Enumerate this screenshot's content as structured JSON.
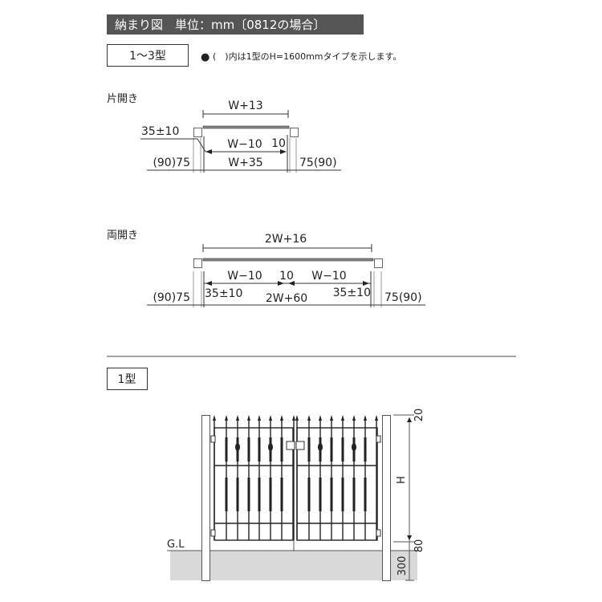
{
  "header": {
    "title": "納まり図　単位：mm〔0812の場合〕"
  },
  "section1": {
    "type_label": "1〜3型",
    "note_bullet": "●",
    "note": "(　)内は1型のH=1600mmタイプを示します。"
  },
  "single": {
    "title": "片開き",
    "overall": "W+13",
    "post_gap": "35±10",
    "leaf": "W−10",
    "gap": "10",
    "total": "W+35",
    "left_post": "(90)75",
    "right_post": "75(90)"
  },
  "double": {
    "title": "両開き",
    "overall": "2W+16",
    "leaf_left": "W−10",
    "gap": "10",
    "leaf_right": "W−10",
    "post_gap_left": "35±10",
    "total": "2W+60",
    "post_gap_right": "35±10",
    "left_post": "(90)75",
    "right_post": "75(90)"
  },
  "section2": {
    "type_label": "1型",
    "ground_label": "G.L",
    "dim_top": "20",
    "dim_height": "H",
    "dim_bottom": "80",
    "dim_foundation": "300"
  },
  "colors": {
    "header_bg": "#555555",
    "ground": "#d9d9d9"
  }
}
